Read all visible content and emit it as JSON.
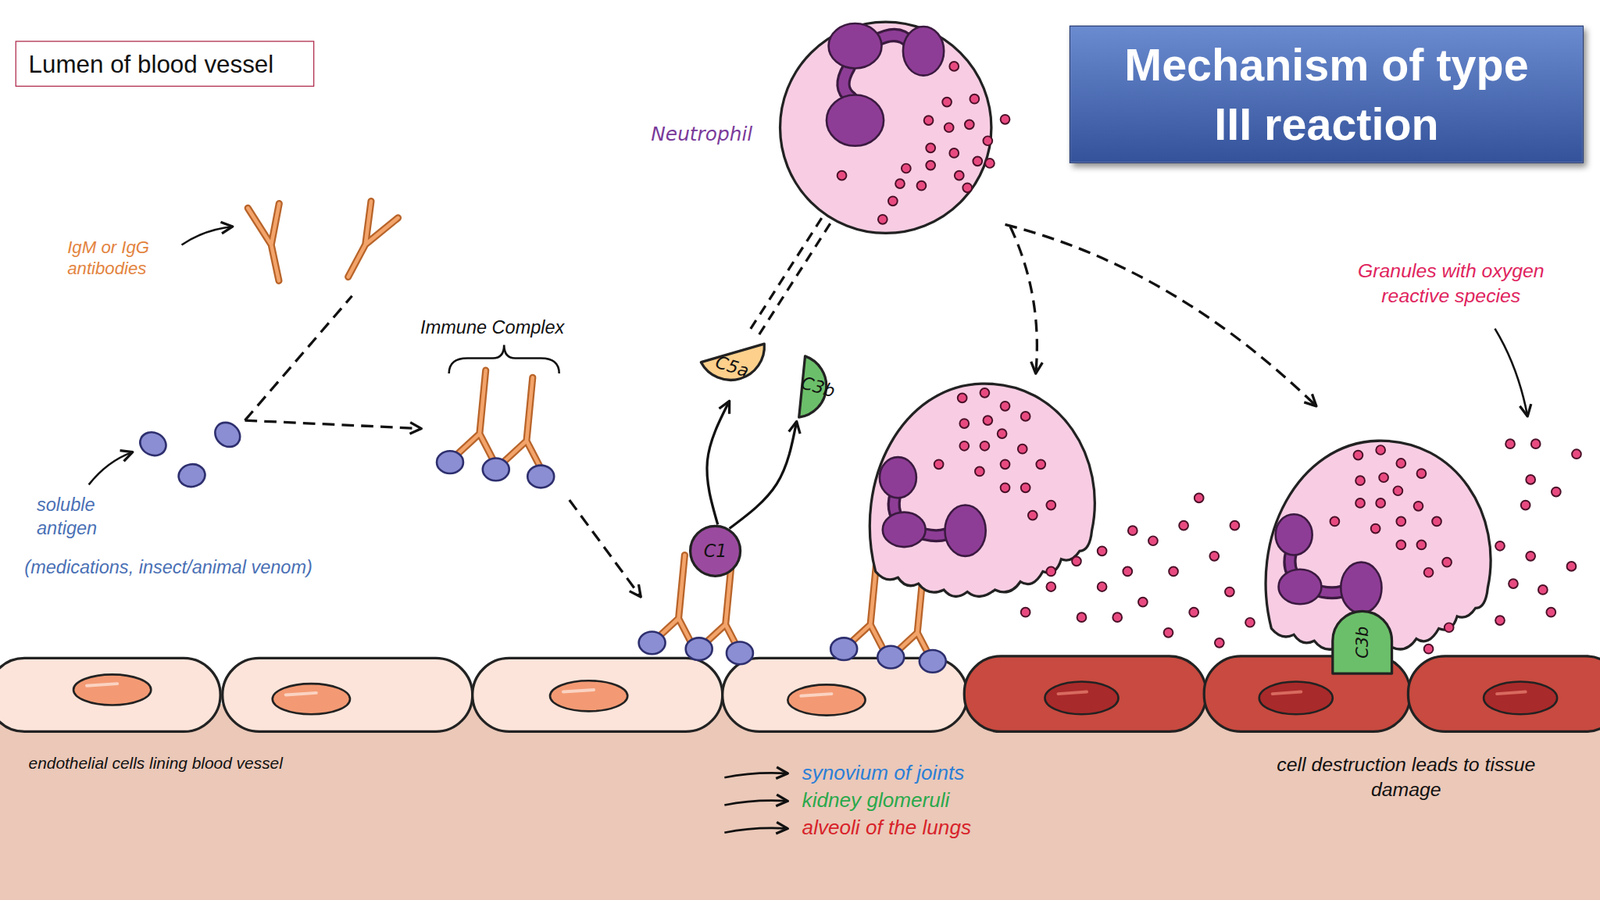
{
  "diagram": {
    "title": "Mechanism of type III reaction",
    "nodes": [
      {
        "text": [
          "Lumen of blood vessel"
        ]
      },
      {
        "text": [
          "Neutrophil"
        ]
      },
      {
        "text": [
          "C5a"
        ]
      },
      {
        "text": [
          "C3b"
        ]
      },
      {
        "text": [
          "C1"
        ]
      },
      {
        "text": [
          "C3b"
        ]
      }
    ],
    "edges": [
      {
        "from": 4,
        "to": 2,
        "arrow": "to"
      },
      {
        "from": 4,
        "to": 3,
        "arrow": "to"
      },
      {
        "from": 2,
        "to": 1,
        "arrow": "none"
      }
    ],
    "labels": [
      "IgM or IgG antibodies",
      "soluble antigen",
      "(medications, insect/animal venom)",
      "Immune Complex",
      "Granules with oxygen reactive species",
      "endothelial cells lining blood vessel",
      "synovium of joints",
      "kidney glomeruli",
      "alveoli of the lungs",
      "cell destruction leads to tissue damage"
    ]
  }
}
